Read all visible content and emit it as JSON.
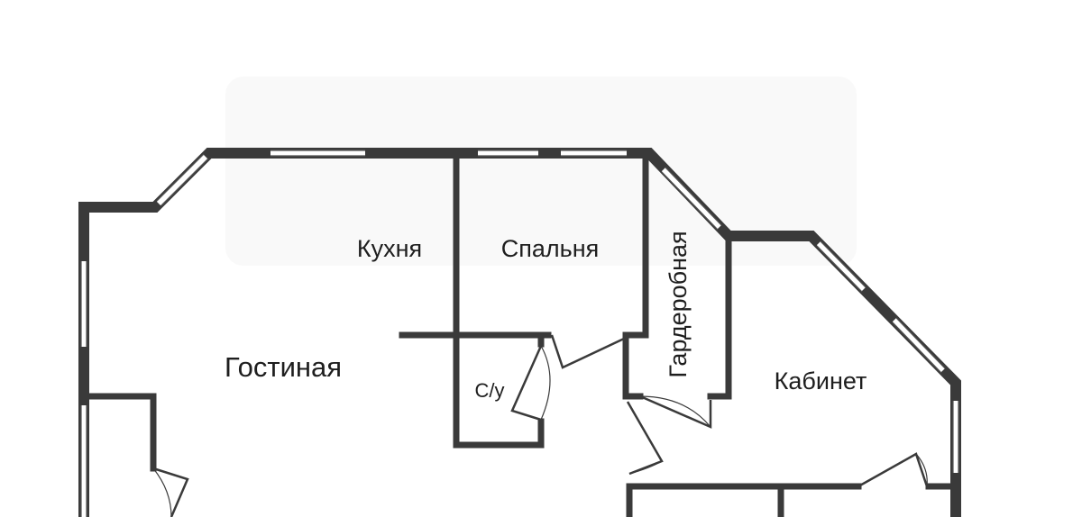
{
  "rooms": {
    "living": "Гостиная",
    "kitchen": "Кухня",
    "bedroom": "Спальня",
    "bathroom": "С/у",
    "wardrobe": "Гардеробная",
    "office": "Кабинет"
  },
  "colors": {
    "wall": "#3a3a3a",
    "background": "#ffffff",
    "text": "#1e1e1e"
  }
}
